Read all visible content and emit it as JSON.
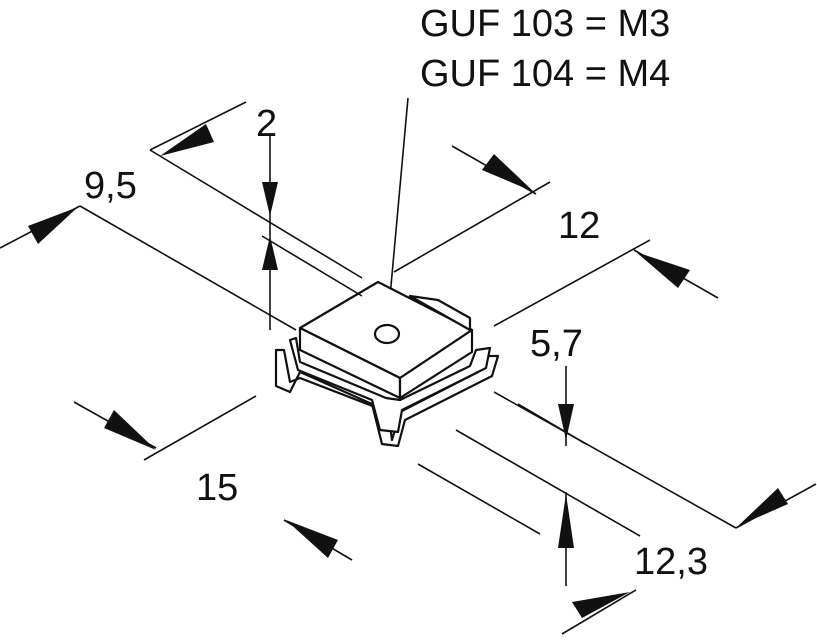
{
  "labels": {
    "model_a": "GUF 103 = M3",
    "model_b": "GUF 104 = M4"
  },
  "dimensions": {
    "d_2": "2",
    "d_9_5": "9,5",
    "d_12": "12",
    "d_5_7": "5,7",
    "d_15": "15",
    "d_12_3": "12,3"
  },
  "colors": {
    "ink": "#111111",
    "background": "#ffffff"
  }
}
